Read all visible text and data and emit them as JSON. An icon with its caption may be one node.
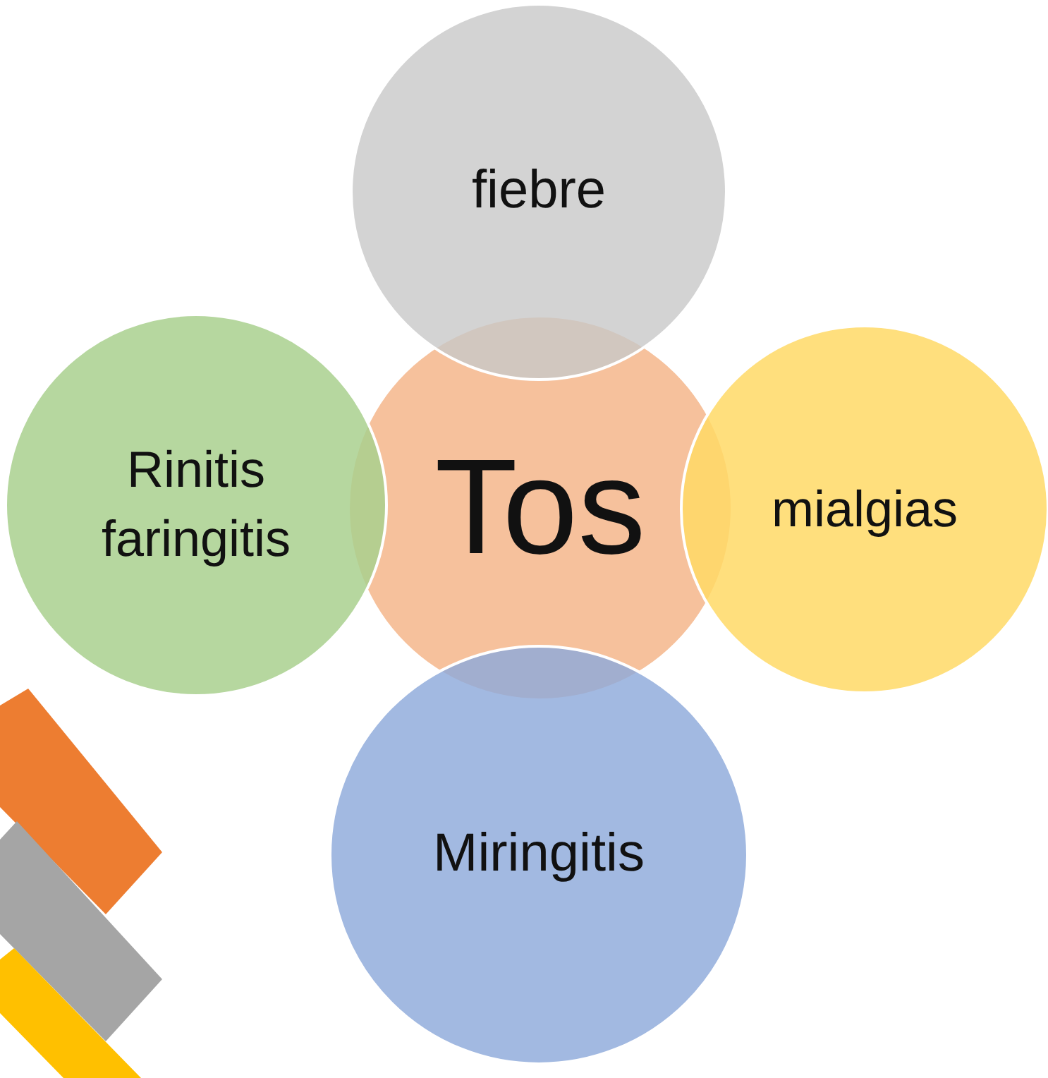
{
  "diagram": {
    "nodes": [
      {
        "text": [
          "fiebre"
        ]
      },
      {
        "text": [
          "Rinitis faringitis"
        ]
      },
      {
        "text": [
          "Tos"
        ]
      },
      {
        "text": [
          "mialgias"
        ]
      },
      {
        "text": [
          "Miringitis"
        ]
      }
    ]
  }
}
